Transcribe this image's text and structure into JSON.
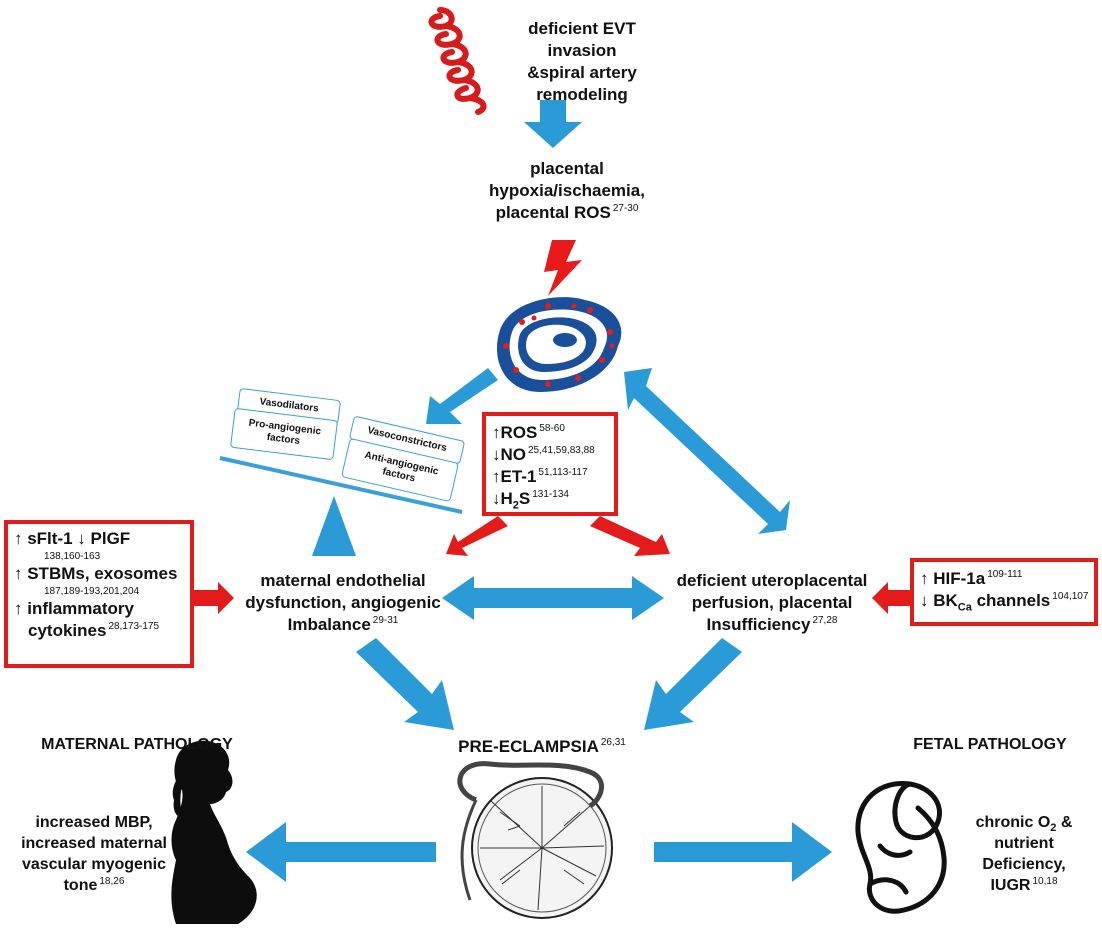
{
  "colors": {
    "arrow_blue": "#2a9bd6",
    "arrow_red": "#e31b1b",
    "cell_blue": "#1a4f9c"
  },
  "top": {
    "evt_lines": [
      "deficient EVT invasion",
      "&spiral artery",
      "remodeling"
    ],
    "hypoxia_lines": [
      "placental",
      "hypoxia/ischaemia,",
      "placental ROS"
    ],
    "hypoxia_ref": "27-30"
  },
  "center_box": {
    "rows": [
      {
        "arrow": "↑",
        "label": "ROS",
        "ref": "58-60"
      },
      {
        "arrow": "↓",
        "label": "NO",
        "ref": "25,41,59,83,88"
      },
      {
        "arrow": "↑",
        "label": "ET-1",
        "ref": "51,113-117"
      },
      {
        "arrow": "↓",
        "label": "H",
        "sub": "2",
        "label2": "S",
        "ref": "131-134"
      }
    ]
  },
  "scale": {
    "vasodilators": "Vasodilators",
    "pro_angiogenic": "Pro-angiogenic factors",
    "vasoconstrictors": "Vasoconstrictors",
    "anti_angiogenic": "Anti-angiogenic factors"
  },
  "left_box": {
    "row1_a": "↑ sFlt-1",
    "row1_b": "↓ PlGF",
    "row1_ref": "138,160-163",
    "row2": "↑ STBMs, exosomes",
    "row2_ref": "187,189-193,201,204",
    "row3": "↑ inflammatory",
    "row4": "cytokines",
    "row4_ref": "28,173-175"
  },
  "right_box": {
    "row1": "↑ HIF-1a",
    "row1_ref": "109-111",
    "row2_a": "↓ BK",
    "row2_sub": "Ca",
    "row2_b": " channels",
    "row2_ref": "104,107"
  },
  "maternal_endothelial": {
    "lines": [
      "maternal endothelial",
      "dysfunction, angiogenic",
      "Imbalance"
    ],
    "ref": "29-31"
  },
  "uteroplacental": {
    "lines": [
      "deficient uteroplacental",
      "perfusion, placental",
      "Insufficiency"
    ],
    "ref": "27,28"
  },
  "preeclampsia": {
    "label": "PRE-ECLAMPSIA",
    "ref": "26,31"
  },
  "maternal_pathology": {
    "heading": "MATERNAL PATHOLOGY",
    "lines": [
      "increased MBP,",
      "increased maternal",
      "vascular myogenic",
      "tone"
    ],
    "ref": "18,26"
  },
  "fetal_pathology": {
    "heading": "FETAL PATHOLOGY",
    "line1_a": "chronic O",
    "line1_sub": "2",
    "line1_b": " &",
    "lines": [
      "nutrient",
      "Deficiency,",
      "IUGR"
    ],
    "ref": "10,18"
  }
}
